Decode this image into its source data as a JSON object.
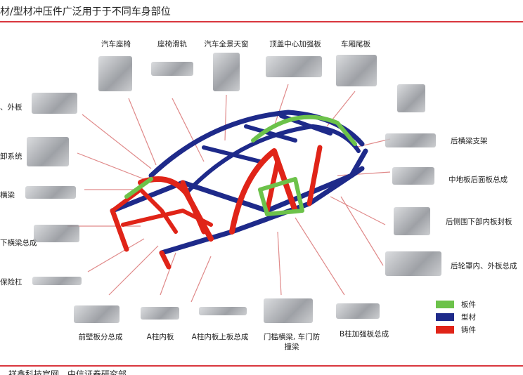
{
  "title": "材/型材冲压件广泛用于于不同车身部位",
  "top_labels": [
    "汽车座椅",
    "座椅滑轨",
    "汽车全景天窗",
    "顶盖中心加强板",
    "车厢尾板"
  ],
  "left_labels": [
    "、外板",
    "卸系统",
    "横梁",
    "下横梁总成",
    "保险杠"
  ],
  "right_labels": [
    "后横梁支架",
    "中地板后面板总成",
    "后侧围下部内板封板",
    "后轮罩内、外板总成"
  ],
  "bottom_labels": [
    "前壁板分总成",
    "A柱内板",
    "A柱内板上板总成",
    "门槛横梁, 车门防",
    "撞梁",
    "B柱加强板总成"
  ],
  "legend": [
    {
      "label": "板件",
      "color": "#6cc24a"
    },
    {
      "label": "型材",
      "color": "#1e2a8a"
    },
    {
      "label": "铸件",
      "color": "#e02418"
    }
  ],
  "footer": "，祥鑫科技官网，中信证券研究部"
}
